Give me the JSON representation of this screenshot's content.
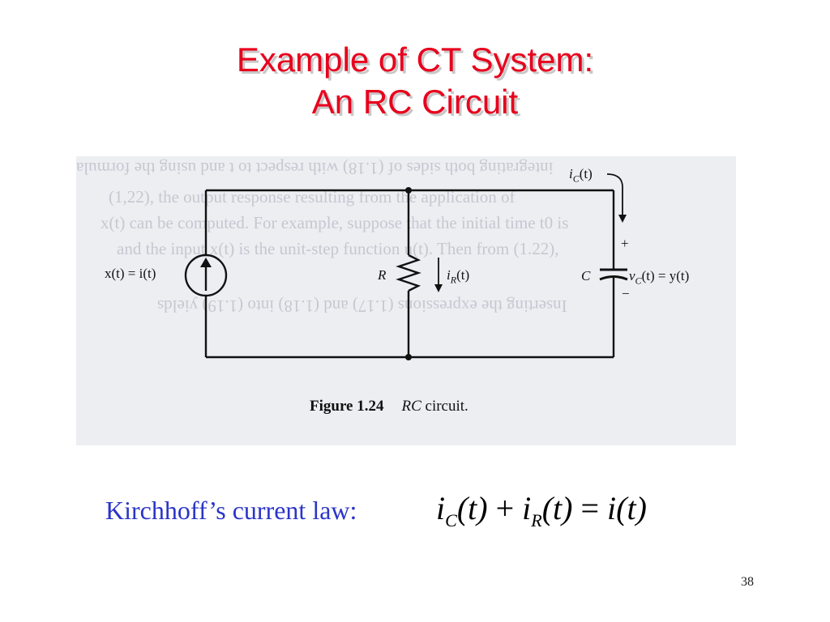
{
  "slide": {
    "title_line1": "Example of CT System:",
    "title_line2": "An RC Circuit",
    "page_number": "38"
  },
  "figure": {
    "caption_number": "Figure 1.24",
    "caption_text_italic": "RC",
    "caption_text": " circuit.",
    "source_label": "x(t) = i(t)",
    "resistor_label": "R",
    "resistor_current": "i",
    "resistor_current_sub": "R",
    "resistor_current_arg": "(t)",
    "capacitor_label": "C",
    "capacitor_current": "i",
    "capacitor_current_sub": "C",
    "capacitor_current_arg": "(t)",
    "capacitor_voltage": "v",
    "capacitor_voltage_sub": "C",
    "capacitor_voltage_rest": "(t) = y(t)",
    "plus_sign": "+",
    "minus_sign": "−",
    "ghost_lines": [
      "integrating both sides of (1.18) with respect to t and using the formula",
      "(1,22), the output response resulting from the application of",
      "x(t) can be computed. For example, suppose that the initial time t0 is",
      "and the input x(t) is the unit-step function u(t). Then from (1.22),",
      "Inserting the expressions (1.17) and (1.18) into (1.19) yields"
    ]
  },
  "kcl": {
    "label": "Kirchhoff’s current law:",
    "t1": "i",
    "t1_sub": "C",
    "t1_arg": "(t)",
    "plus": " + ",
    "t2": "i",
    "t2_sub": "R",
    "t2_arg": "(t)",
    "equals": " = ",
    "rhs": "i(t)"
  }
}
